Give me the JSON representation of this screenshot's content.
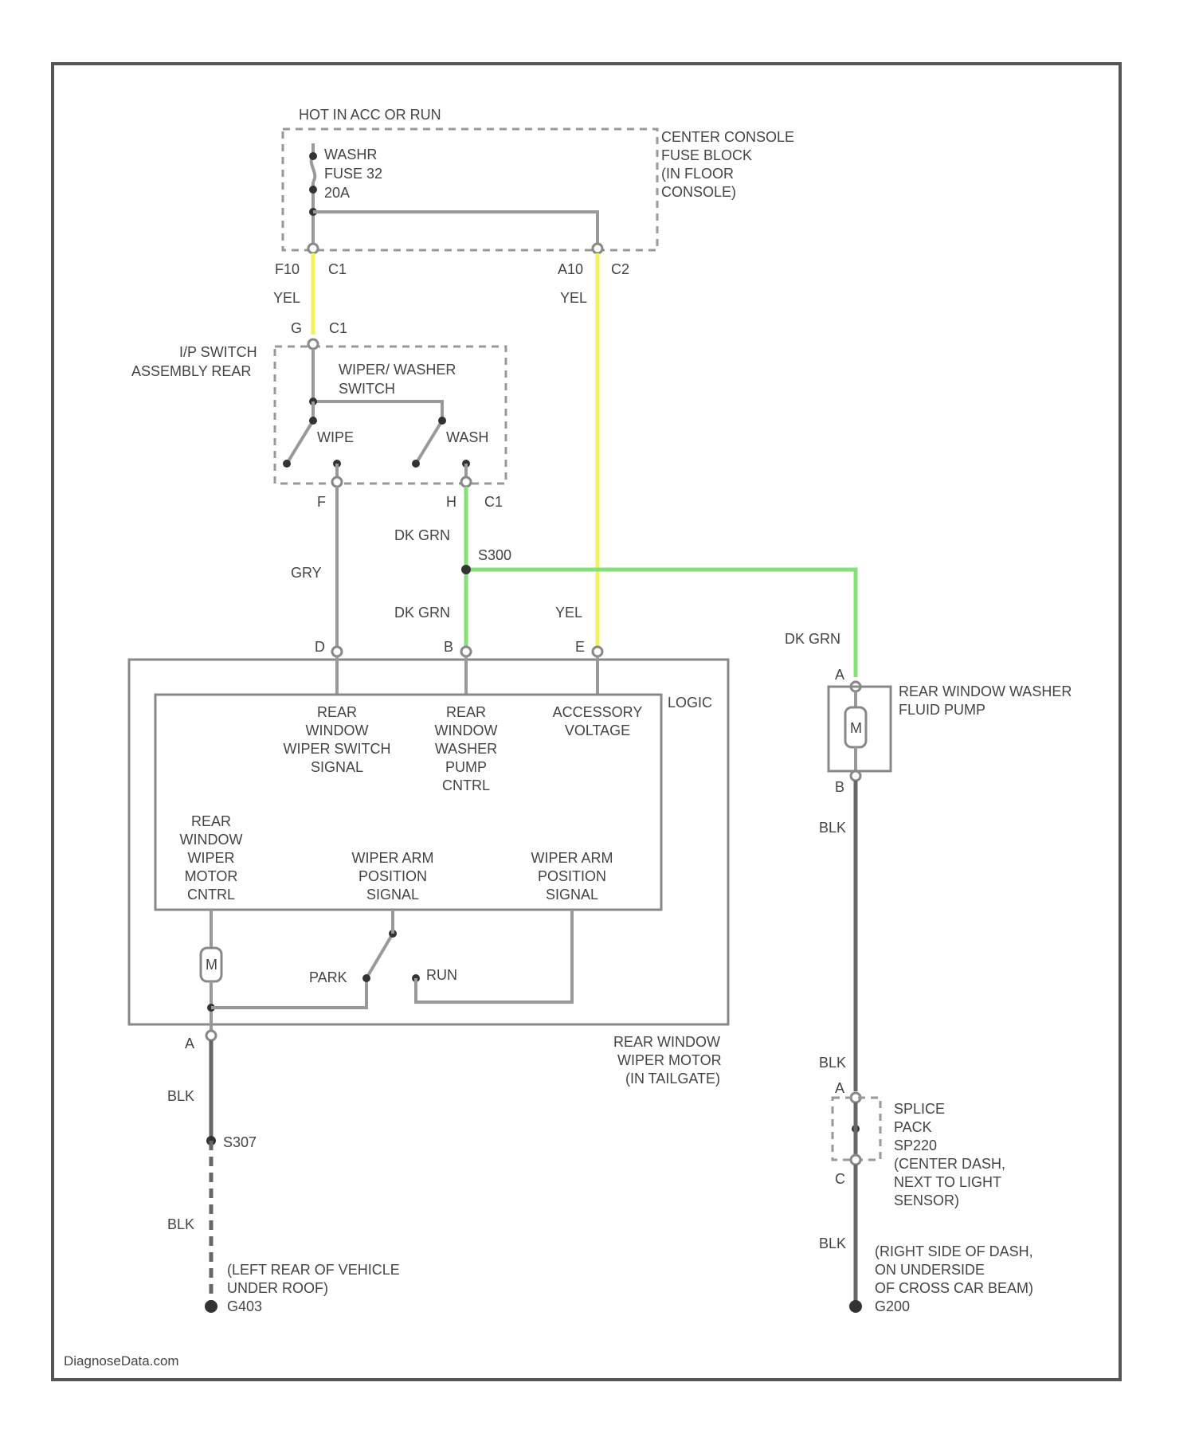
{
  "colors": {
    "yellow_wire": "#f2f25a",
    "green_wire": "#86e07a",
    "gray_wire": "#9a9a9a",
    "black_wire": "#666666"
  },
  "fuse_block": {
    "power_label": "HOT IN ACC OR RUN",
    "fuse_lines": [
      "WASHR",
      "FUSE 32",
      "20A"
    ],
    "name_lines": [
      "CENTER CONSOLE",
      "FUSE BLOCK",
      "(IN FLOOR",
      "CONSOLE)"
    ],
    "pin_left": "F10",
    "conn_left": "C1",
    "pin_right": "A10",
    "conn_right": "C2"
  },
  "wires": {
    "yel_left": "YEL",
    "yel_right": "YEL",
    "yel_motor": "YEL",
    "gry": "GRY",
    "dkgrn_top": "DK GRN",
    "dkgrn_mid": "DK GRN",
    "dkgrn_pump": "DK GRN",
    "blk_motor_top": "BLK",
    "blk_motor_bottom": "BLK",
    "blk_pump_top": "BLK",
    "blk_pump_mid": "BLK",
    "blk_pump_bottom": "BLK"
  },
  "switch": {
    "top_pin": "G",
    "top_conn": "C1",
    "name_lines": [
      "I/P SWITCH",
      "ASSEMBLY REAR"
    ],
    "inner_lines": [
      "WIPER/ WASHER",
      "SWITCH"
    ],
    "wipe": "WIPE",
    "wash": "WASH",
    "pin_f": "F",
    "pin_h": "H",
    "bottom_conn": "C1"
  },
  "splice_top": "S300",
  "motor": {
    "pin_d": "D",
    "pin_b": "B",
    "pin_e": "E",
    "logic": "LOGIC",
    "sig1": [
      "REAR",
      "WINDOW",
      "WIPER SWITCH",
      "SIGNAL"
    ],
    "sig2": [
      "REAR",
      "WINDOW",
      "WASHER",
      "PUMP",
      "CNTRL"
    ],
    "sig3": [
      "ACCESSORY",
      "VOLTAGE"
    ],
    "sig4": [
      "REAR",
      "WINDOW",
      "WIPER",
      "MOTOR",
      "CNTRL"
    ],
    "sig5": [
      "WIPER ARM",
      "POSITION",
      "SIGNAL"
    ],
    "sig6": [
      "WIPER ARM",
      "POSITION",
      "SIGNAL"
    ],
    "motor_symbol": "M",
    "park": "PARK",
    "run": "RUN",
    "pin_a": "A",
    "name_lines": [
      "REAR WINDOW",
      "WIPER MOTOR",
      "(IN TAILGATE)"
    ]
  },
  "pump": {
    "pin_a": "A",
    "pin_b": "B",
    "motor_symbol": "M",
    "name_lines": [
      "REAR WINDOW WASHER",
      "FLUID PUMP"
    ]
  },
  "splice_pack": {
    "pin_a": "A",
    "pin_c": "C",
    "name_lines": [
      "SPLICE",
      "PACK",
      "SP220",
      "(CENTER DASH,",
      "NEXT TO LIGHT",
      "SENSOR)"
    ]
  },
  "grounds": {
    "splice_label": "S307",
    "left_lines": [
      "(LEFT REAR OF VEHICLE",
      "UNDER ROOF)",
      "G403"
    ],
    "right_lines": [
      "(RIGHT SIDE OF DASH,",
      "ON UNDERSIDE",
      "OF CROSS CAR BEAM)",
      "G200"
    ]
  },
  "watermark": "DiagnoseData.com"
}
